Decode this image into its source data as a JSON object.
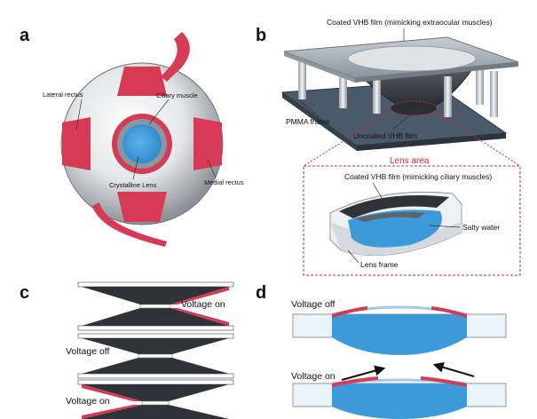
{
  "panels": {
    "a": {
      "letter": "a",
      "labels": {
        "lateral_rectus": "Lateral rectus",
        "ciliary_muscle": "Ciliary muscle",
        "crystalline_lens": "Crystalline Lens",
        "medial_rectus": "Medial rectus"
      }
    },
    "b": {
      "letter": "b",
      "labels": {
        "coated_extraocular": "Coated VHB film (mimicking extraocular muscles)",
        "pmma_frame": "PMMA frame",
        "uncoated_film": "Uncoated VHB film",
        "lens_area": "Lens area",
        "coated_ciliary": "Coated VHB film (mimicking ciliary muscles)",
        "salty_water": "Salty water",
        "lens_frame": "Lens frame"
      }
    },
    "c": {
      "letter": "c",
      "labels": {
        "voltage_on_top": "Voltage on",
        "voltage_off": "Voltage off",
        "voltage_on_bottom": "Voltage on"
      }
    },
    "d": {
      "letter": "d",
      "labels": {
        "voltage_off": "Voltage off",
        "voltage_on": "Voltage on"
      }
    }
  },
  "colors": {
    "muscle_red": "#d63a55",
    "lens_blue": "#3d9ad8",
    "film_dark": "#2f3236",
    "callout_red": "#d8283a",
    "frame_steel": "#4a5a6a"
  }
}
